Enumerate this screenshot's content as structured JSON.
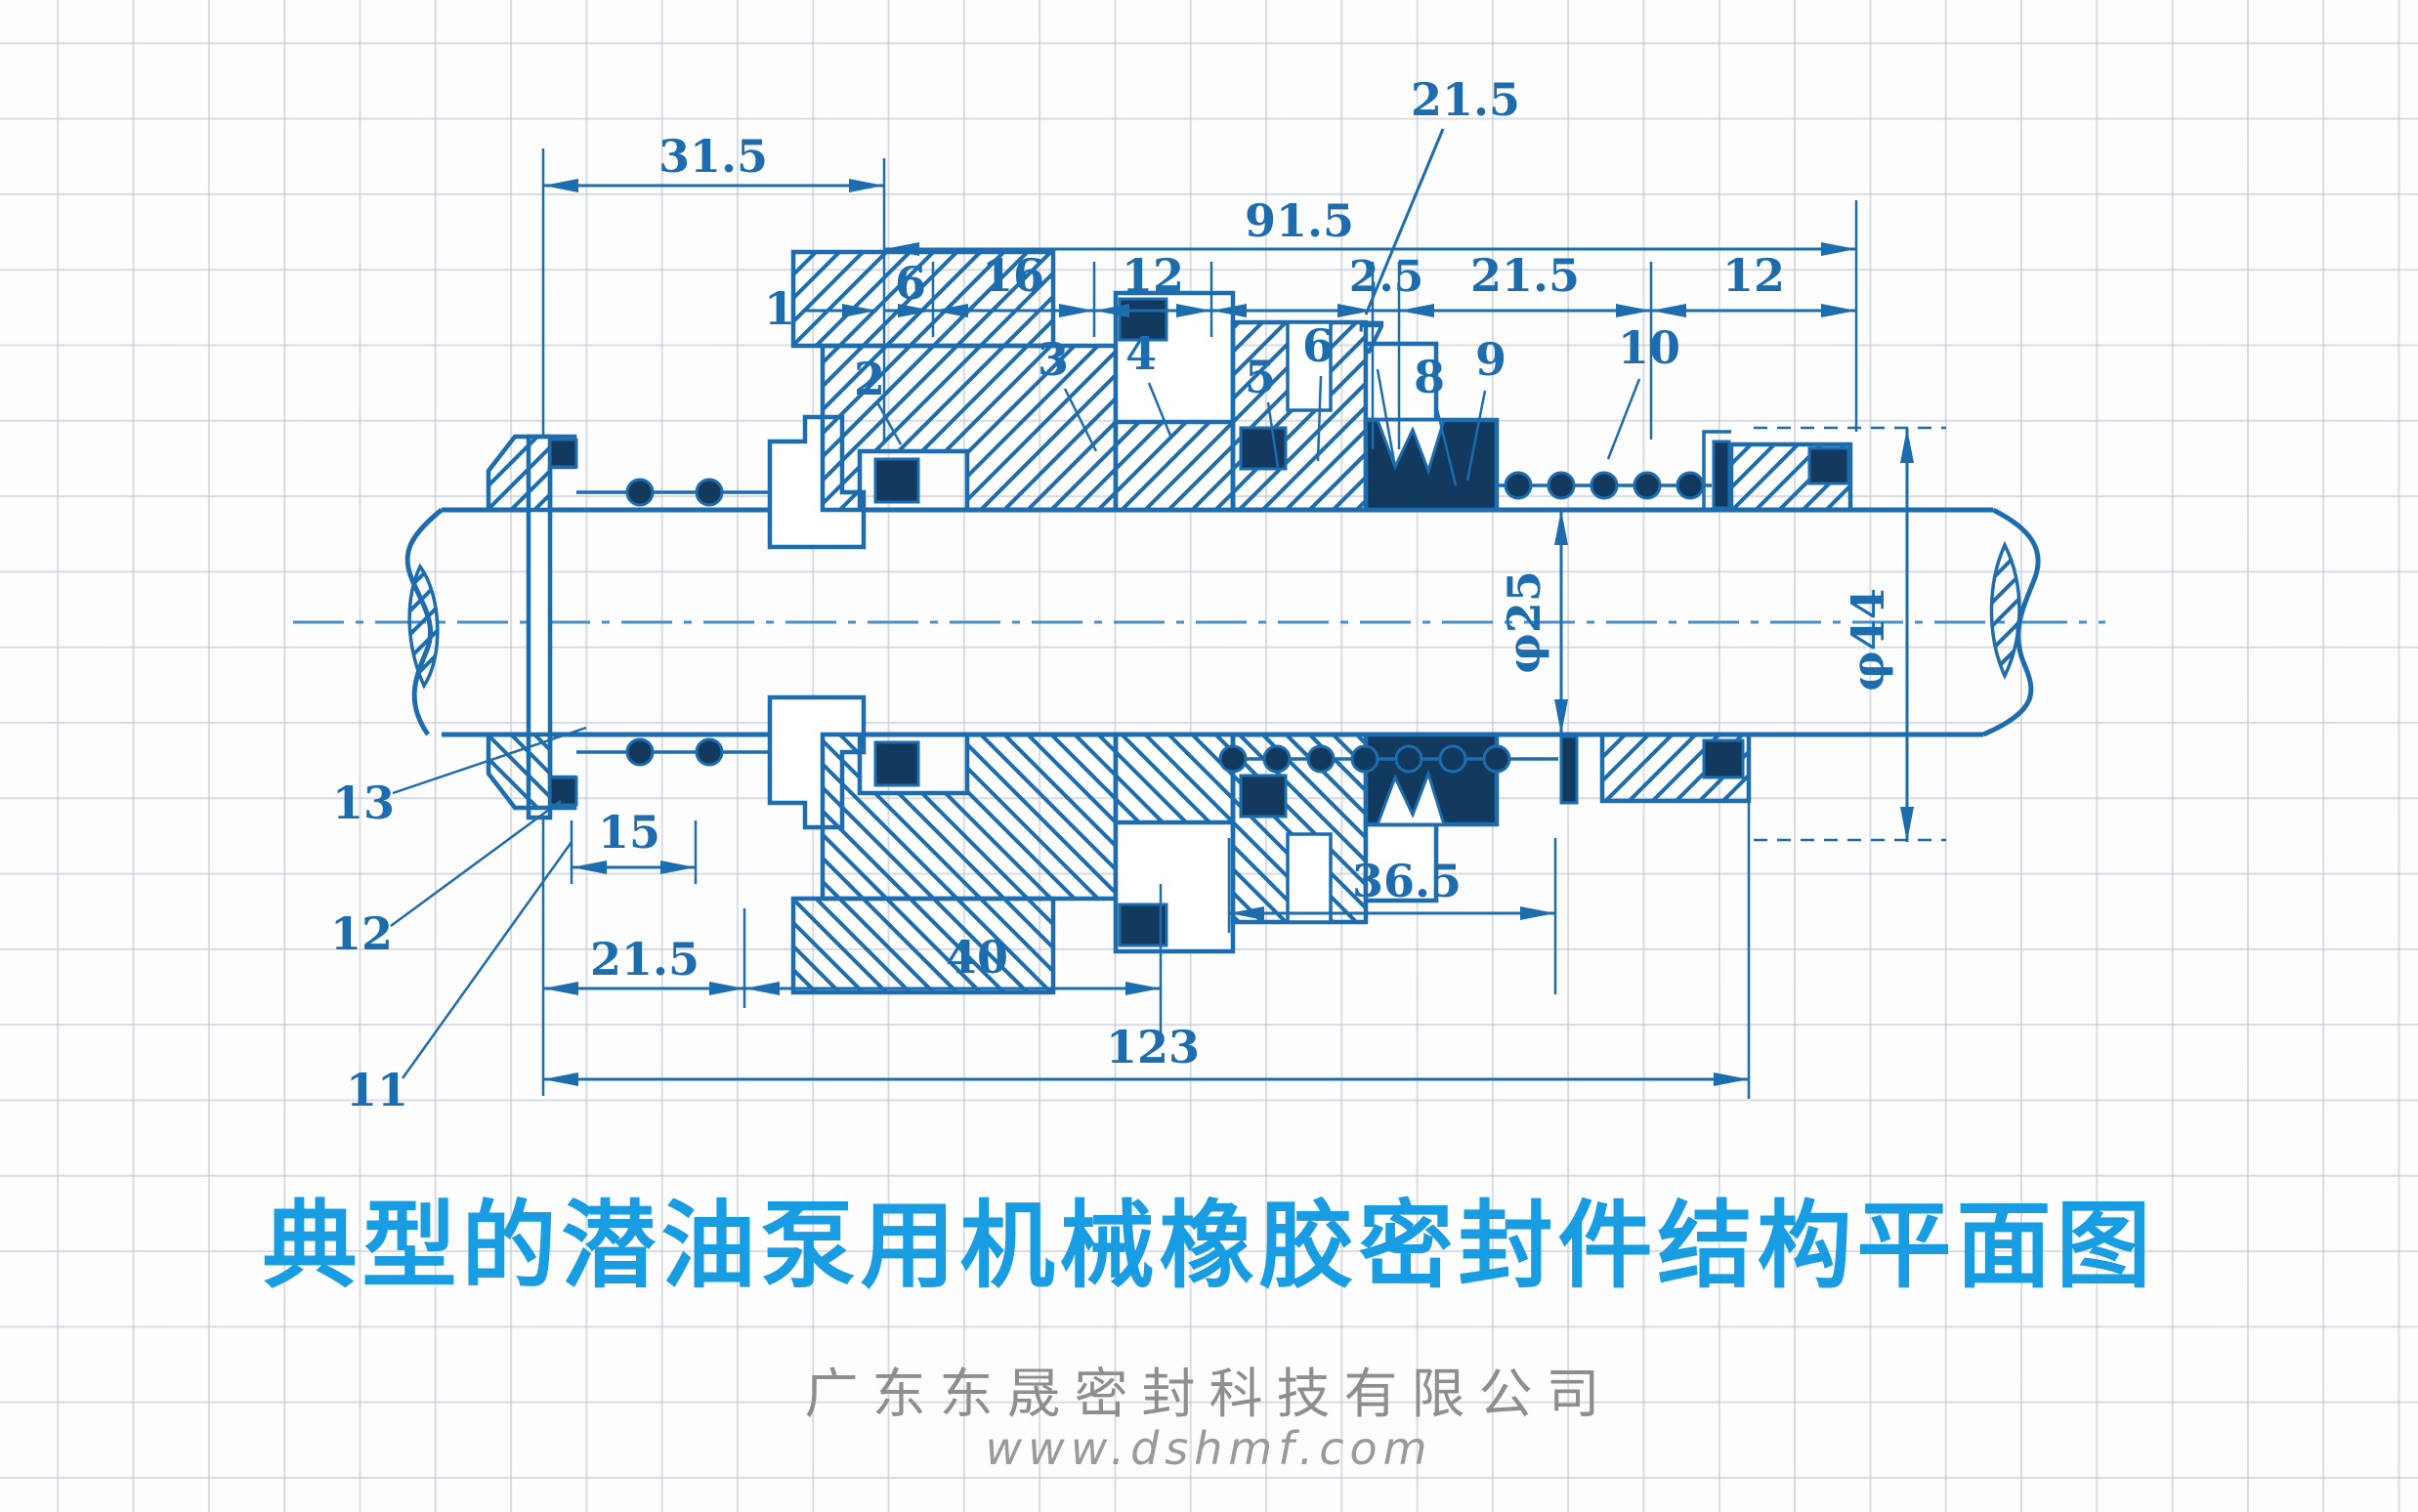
{
  "colors": {
    "ink": "#1d6cad",
    "dark_fill": "#123a5e",
    "title_blue": "#189de2",
    "footer_gray": "#8e8e8e",
    "grid_gray": "#bac3ce"
  },
  "title": {
    "text": "典型的潜油泵用机械橡胶密封件结构平面图"
  },
  "footer": {
    "company": "广东东晟密封科技有限公司",
    "website": "www.dshmf.com"
  },
  "dimensions": {
    "top_width_left": "31.5",
    "top_width_right": "91.5",
    "callout": "21.5",
    "seg_6": "6",
    "seg_16": "16",
    "seg_12_left": "12",
    "seg_2_5": "2.5",
    "seg_21_5": "21.5",
    "seg_12_right": "12",
    "dia_inner": "φ25",
    "dia_outer": "φ44",
    "len_15": "15",
    "len_21_5": "21.5",
    "len_40": "40",
    "len_36_5": "36.5",
    "len_total": "123"
  },
  "part_numbers": {
    "p1": "1",
    "p2": "2",
    "p3": "3",
    "p4": "4",
    "p5": "5",
    "p6": "6",
    "p7": "7",
    "p8": "8",
    "p9": "9",
    "p10": "10",
    "p11": "11",
    "p12": "12",
    "p13": "13"
  }
}
